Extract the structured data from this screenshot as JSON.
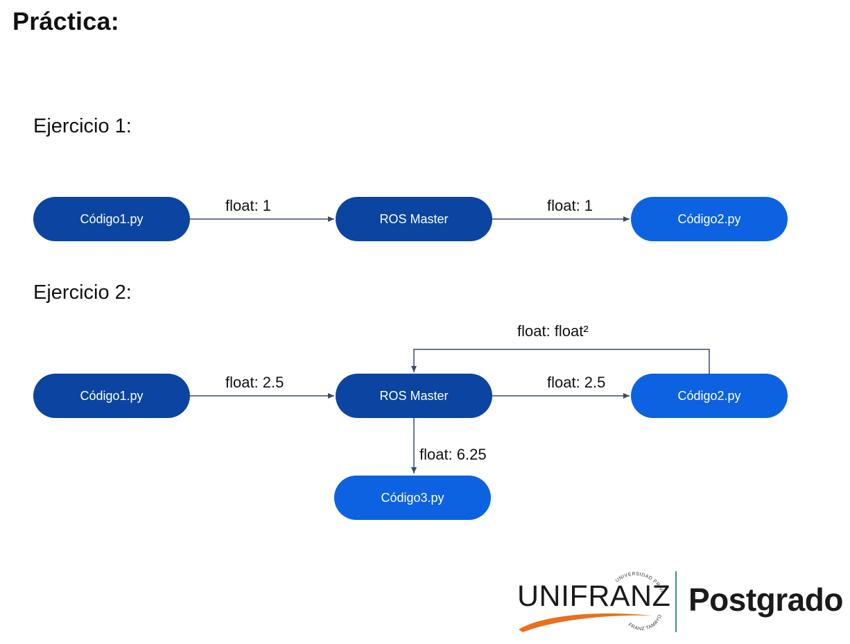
{
  "title": "Práctica:",
  "exercise1": {
    "heading": "Ejercicio 1:",
    "nodes": {
      "code1": "Código1.py",
      "master": "ROS Master",
      "code2": "Código2.py"
    },
    "edges": {
      "code1_to_master": "float: 1",
      "master_to_code2": "float: 1"
    }
  },
  "exercise2": {
    "heading": "Ejercicio 2:",
    "nodes": {
      "code1": "Código1.py",
      "master": "ROS Master",
      "code2": "Código2.py",
      "code3": "Código3.py"
    },
    "edges": {
      "code1_to_master": "float: 2.5",
      "master_to_code2": "float: 2.5",
      "code2_to_master": "float: float²",
      "master_to_code3": "float: 6.25"
    }
  },
  "colors": {
    "node_dark": "#0b45a1",
    "node_light": "#0c62e0",
    "edge": "#3a4a66",
    "logo_swoosh": "#e8701e",
    "logo_divider": "#3c8c8a"
  },
  "logo": {
    "wordmark": "UNIFRANZ",
    "arc_top": "UNIVERSIDAD PRIVADA",
    "arc_bottom": "FRANZ TAMAYO",
    "division": "Postgrado"
  }
}
